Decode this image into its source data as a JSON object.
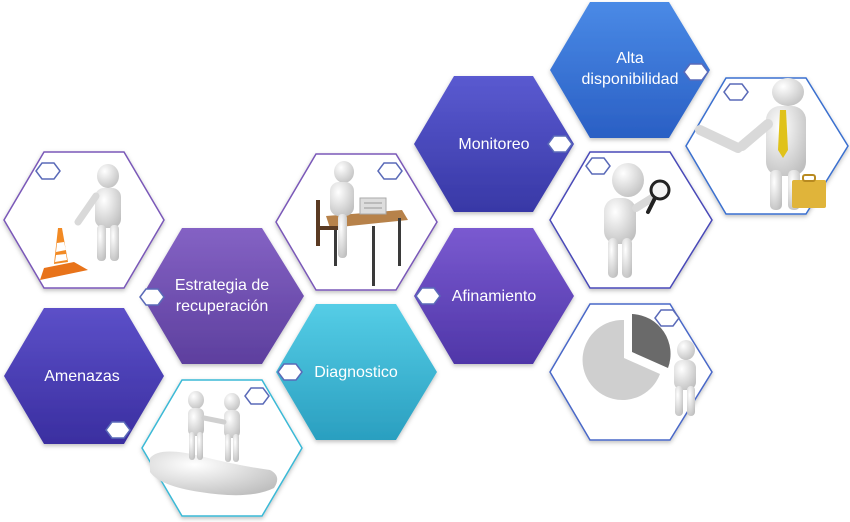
{
  "labels": {
    "alta": "Alta disponibilidad",
    "monitoreo": "Monitoreo",
    "estrategia": "Estrategia de recuperación",
    "afinamiento": "Afinamiento",
    "amenazas": "Amenazas",
    "diagnostico": "Diagnostico"
  },
  "icons": [
    "traffic-cone-icon",
    "reading-desk-icon",
    "magnifier-icon",
    "handshake-icon",
    "pie-chart-icon",
    "hand-handshake-icon"
  ],
  "colors": {
    "alta": "#2f6fd1",
    "monitoreo": "#4747bd",
    "estrategia": "#7150b5",
    "afinamiento": "#6448bc",
    "amenazas": "#4a3fb6",
    "diagnostico": "#3bb9d6"
  }
}
